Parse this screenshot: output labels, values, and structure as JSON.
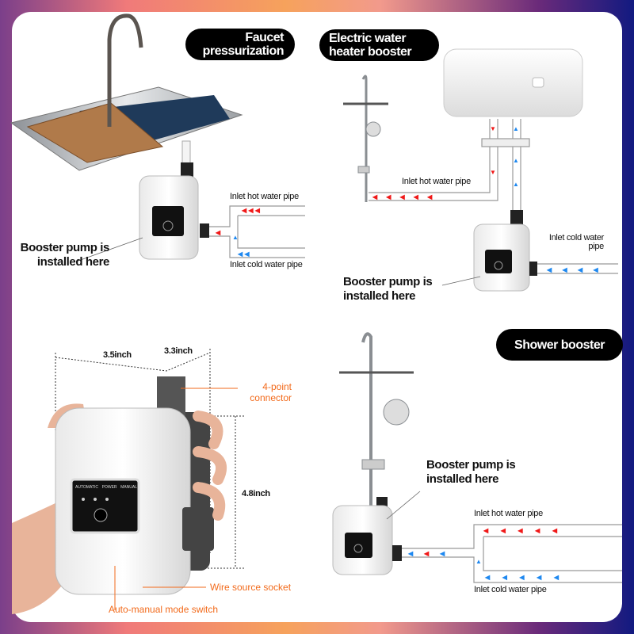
{
  "sections": {
    "faucet": {
      "title": "Faucet pressurization",
      "hot_pipe": "Inlet hot water pipe",
      "cold_pipe": "Inlet cold water pipe",
      "pump_label": "Booster pump is installed here"
    },
    "heater": {
      "title": "Electric water heater booster",
      "hot_pipe": "Inlet hot water pipe",
      "cold_pipe": "Inlet cold water pipe",
      "pump_label": "Booster pump is installed here"
    },
    "shower": {
      "title": "Shower booster",
      "hot_pipe": "Inlet hot water pipe",
      "cold_pipe": "Inlet cold water pipe",
      "pump_label": "Booster pump is installed here"
    }
  },
  "product": {
    "width": "3.5inch",
    "depth": "3.3inch",
    "height": "4.8inch",
    "connector": "4-point connector",
    "socket": "Wire source socket",
    "switch": "Auto-manual mode switch",
    "panel_labels": [
      "AUTOMATIC",
      "POWER",
      "MANUAL"
    ]
  },
  "colors": {
    "hot": "#f01818",
    "cold": "#1e88f0",
    "accent": "#f26a1b"
  }
}
